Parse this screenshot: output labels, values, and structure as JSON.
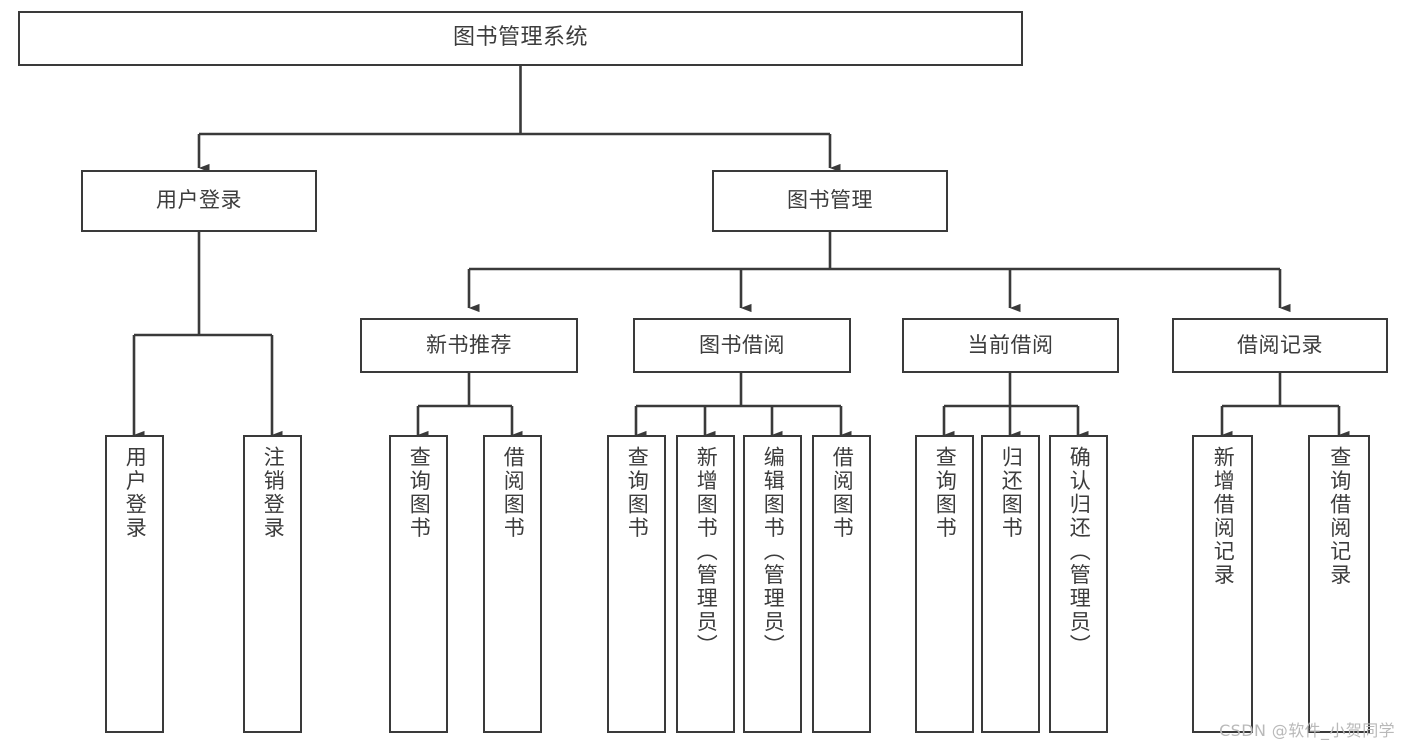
{
  "diagram": {
    "type": "tree-hierarchy",
    "title": "图书管理系统",
    "orientation": "top-down",
    "stroke_color": "#3a3a3a",
    "text_color": "#3c3c3c",
    "background_color": "#ffffff",
    "nodes": {
      "root": {
        "label": "图书管理系统"
      },
      "level2": [
        {
          "label": "用户登录"
        },
        {
          "label": "图书管理"
        }
      ],
      "level3": [
        {
          "label": "新书推荐"
        },
        {
          "label": "图书借阅"
        },
        {
          "label": "当前借阅"
        },
        {
          "label": "借阅记录"
        }
      ],
      "leaves": {
        "user_login": [
          {
            "label": "用户登录"
          },
          {
            "label": "注销登录"
          }
        ],
        "new_book_recommend": [
          {
            "label": "查询图书"
          },
          {
            "label": "借阅图书"
          }
        ],
        "book_borrow": [
          {
            "label": "查询图书"
          },
          {
            "label": "新增图书（管理员）"
          },
          {
            "label": "编辑图书（管理员）"
          },
          {
            "label": "借阅图书"
          }
        ],
        "current_borrow": [
          {
            "label": "查询图书"
          },
          {
            "label": "归还图书"
          },
          {
            "label": "确认归还（管理员）"
          }
        ],
        "borrow_record": [
          {
            "label": "新增借阅记录"
          },
          {
            "label": "查询借阅记录"
          }
        ]
      }
    }
  },
  "watermark": {
    "text": "CSDN @软件_小贺同学"
  }
}
